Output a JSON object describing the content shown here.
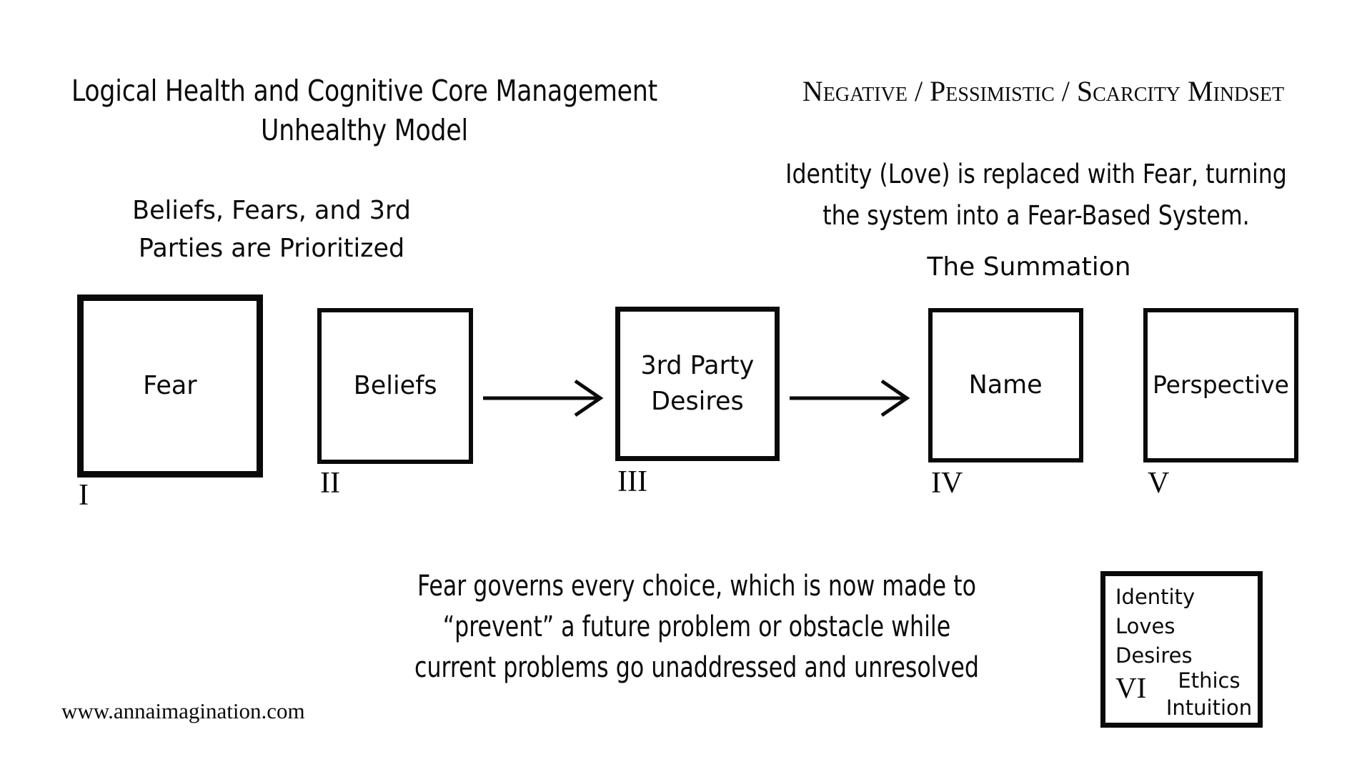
{
  "headers": {
    "left_title_line1": "Logical Health and Cognitive Core Management",
    "left_title_line2": "Unhealthy Model",
    "right_title": "Negative / Pessimistic / Scarcity Mindset",
    "left_subtitle_line1": "Beliefs, Fears, and 3rd",
    "left_subtitle_line2": "Parties are Prioritized",
    "right_intro_line1": "Identity (Love) is replaced with Fear, turning",
    "right_intro_line2": "the system into a Fear-Based System.",
    "summation": "The Summation"
  },
  "boxes": [
    {
      "numeral": "I",
      "label": "Fear"
    },
    {
      "numeral": "II",
      "label": "Beliefs"
    },
    {
      "numeral": "III",
      "label_line1": "3rd Party",
      "label_line2": "Desires"
    },
    {
      "numeral": "IV",
      "label": "Name"
    },
    {
      "numeral": "V",
      "label": "Perspective"
    }
  ],
  "arrows": [
    {
      "name": "arrow-beliefs-to-third-party"
    },
    {
      "name": "arrow-third-party-to-name"
    }
  ],
  "summary_box": {
    "numeral": "VI",
    "list_line1": "Identity",
    "list_line2": "Loves",
    "list_line3": "Desires",
    "right_line1": "Ethics",
    "right_line2": "Intuition"
  },
  "bottom_paragraph": {
    "line1": "Fear governs every choice, which is now made to",
    "line2": "“prevent” a future problem or obstacle while",
    "line3": "current problems go unaddressed and unresolved"
  },
  "footer": {
    "url": "www.annaimagination.com"
  },
  "colors": {
    "background": "#ffffff",
    "ink": "#0a0a0a"
  }
}
